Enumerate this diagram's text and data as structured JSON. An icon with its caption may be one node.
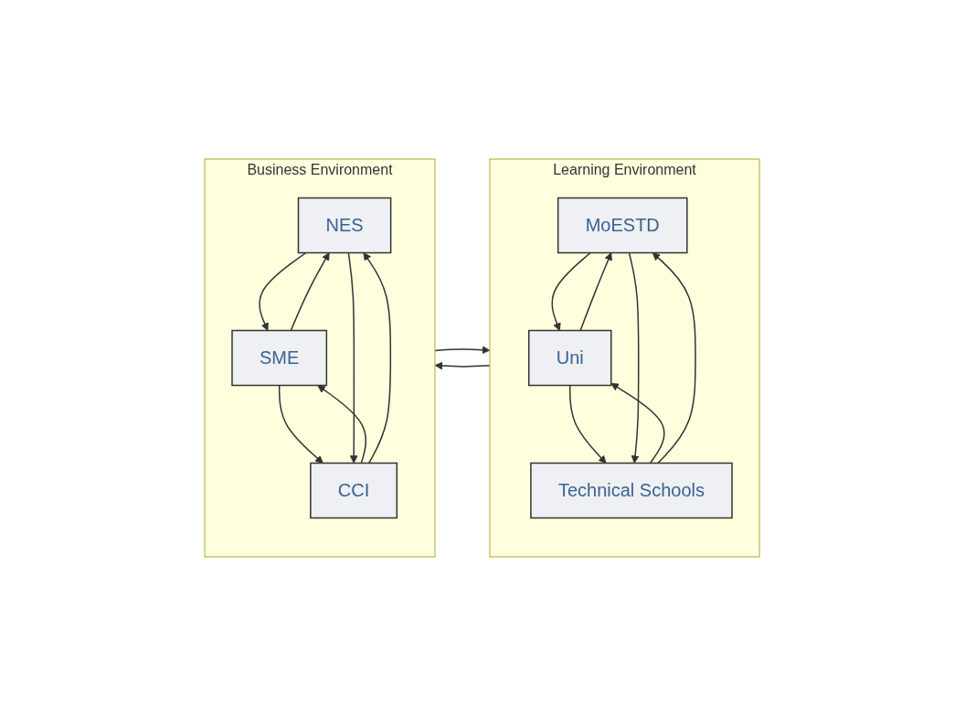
{
  "diagram": {
    "nodes": [
      {
        "text": [
          "Learning Environment"
        ]
      },
      {
        "text": [
          "MoESTD"
        ],
        "in": 0
      },
      {
        "text": [
          "Uni"
        ],
        "in": 0
      },
      {
        "text": [
          "Technical Schools"
        ],
        "in": 0
      },
      {
        "text": [
          "Business Environment"
        ]
      },
      {
        "text": [
          "NES"
        ],
        "in": 4
      },
      {
        "text": [
          "SME"
        ],
        "in": 4
      },
      {
        "text": [
          "CCI"
        ],
        "in": 4
      }
    ],
    "edges": [
      {
        "from": 1,
        "to": 2,
        "arrow": "to"
      },
      {
        "from": 2,
        "to": 1,
        "arrow": "to"
      },
      {
        "from": 2,
        "to": 3,
        "arrow": "to"
      },
      {
        "from": 3,
        "to": 2,
        "arrow": "to"
      },
      {
        "from": 1,
        "to": 3,
        "arrow": "to"
      },
      {
        "from": 3,
        "to": 1,
        "arrow": "to"
      },
      {
        "from": 5,
        "to": 6,
        "arrow": "to"
      },
      {
        "from": 6,
        "to": 5,
        "arrow": "to"
      },
      {
        "from": 6,
        "to": 7,
        "arrow": "to"
      },
      {
        "from": 7,
        "to": 6,
        "arrow": "to"
      },
      {
        "from": 5,
        "to": 7,
        "arrow": "to"
      },
      {
        "from": 7,
        "to": 5,
        "arrow": "to"
      },
      {
        "from": 0,
        "to": 4,
        "arrow": "to"
      },
      {
        "from": 4,
        "to": 0,
        "arrow": "to"
      }
    ]
  }
}
